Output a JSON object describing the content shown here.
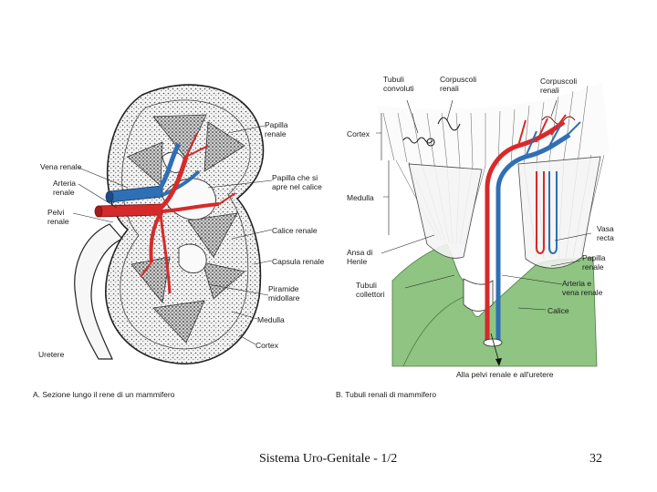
{
  "colors": {
    "artery": "#d62a2a",
    "vein": "#2f6fb5",
    "calyx_green": "#8fc482",
    "ink": "#1a1a1a"
  },
  "panel_a": {
    "caption": "A. Sezione lungo il rene di un mammifero",
    "labels": {
      "vena_renale": "Vena renale",
      "arteria_renale": "Arteria\nrenale",
      "pelvi_renale": "Pelvi\nrenale",
      "uretere": "Uretere",
      "papilla_renale": "Papilla\nrenale",
      "papilla_calice": "Papilla che si\napre nel calice",
      "calice_renale": "Calice renale",
      "capsula_renale": "Capsula renale",
      "piramide": "Piramide\nmidollare",
      "medulla": "Medulla",
      "cortex": "Cortex"
    }
  },
  "panel_b": {
    "caption": "B. Tubuli renali di mammifero",
    "labels": {
      "tubuli_convoluti": "Tubuli\nconvoluti",
      "corpuscoli_1": "Corpuscoli\nrenali",
      "corpuscoli_2": "Corpuscoli\nrenali",
      "cortex": "Cortex",
      "medulla": "Medulla",
      "ansa_henle": "Ansa di\nHenle",
      "tubuli_collettori": "Tubuli\ncollettori",
      "vasa_recta": "Vasa\nrecta",
      "papilla_renale": "Papilla\nrenale",
      "arteria_vena": "Arteria e\nvena renale",
      "calice": "Calice",
      "pelvi_uretere": "Alla pelvi renale e all'uretere"
    }
  },
  "footer": {
    "title": "Sistema Uro-Genitale - 1/2",
    "page": "32"
  }
}
